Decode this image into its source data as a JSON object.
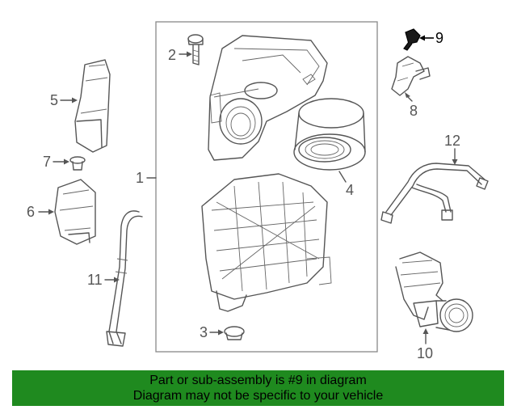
{
  "callouts": {
    "c1": "1",
    "c2": "2",
    "c3": "3",
    "c4": "4",
    "c5": "5",
    "c6": "6",
    "c7": "7",
    "c8": "8",
    "c9": "9",
    "c10": "10",
    "c11": "11",
    "c12": "12"
  },
  "highlight_part": "9",
  "colors": {
    "banner": "#1f8a1f",
    "line": "#555555",
    "highlight": "#000000"
  },
  "banner": {
    "line1": "Part or sub-assembly is #9 in diagram",
    "line2": "Diagram may not be specific to your vehicle"
  }
}
